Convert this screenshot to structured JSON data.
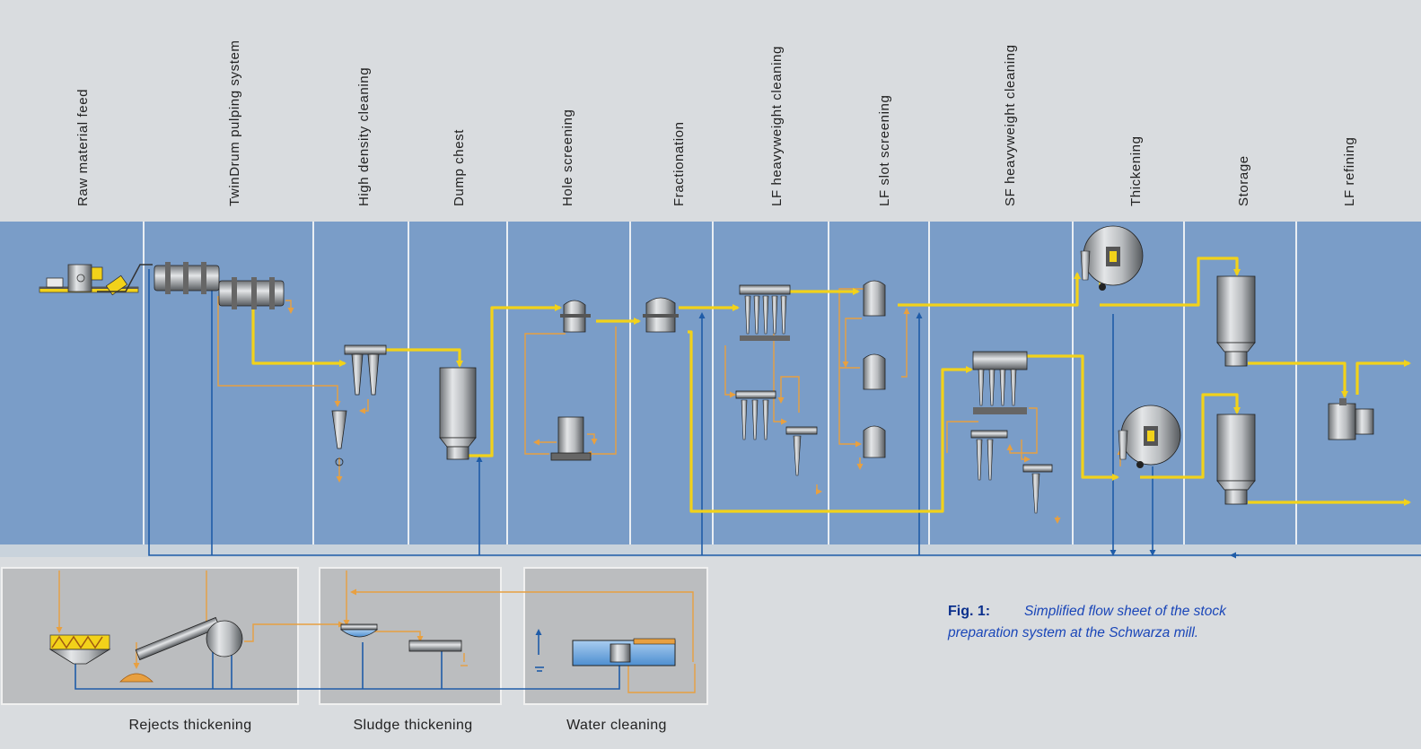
{
  "stages": [
    {
      "id": "raw-material-feed",
      "label": "Raw material feed"
    },
    {
      "id": "twindrum-pulping",
      "label": "TwinDrum pulping system"
    },
    {
      "id": "high-density-cleaning",
      "label": "High density cleaning"
    },
    {
      "id": "dump-chest",
      "label": "Dump chest"
    },
    {
      "id": "hole-screening",
      "label": "Hole screening"
    },
    {
      "id": "fractionation",
      "label": "Fractionation"
    },
    {
      "id": "lf-heavyweight-cleaning",
      "label": "LF heavyweight cleaning"
    },
    {
      "id": "lf-slot-screening",
      "label": "LF slot screening"
    },
    {
      "id": "sf-heavyweight-cleaning",
      "label": "SF heavyweight cleaning"
    },
    {
      "id": "thickening",
      "label": "Thickening"
    },
    {
      "id": "storage",
      "label": "Storage"
    },
    {
      "id": "lf-refining",
      "label": "LF refining"
    }
  ],
  "sub_systems": [
    {
      "id": "rejects-thickening",
      "label": "Rejects thickening"
    },
    {
      "id": "sludge-thickening",
      "label": "Sludge thickening"
    },
    {
      "id": "water-cleaning",
      "label": "Water cleaning"
    }
  ],
  "caption": {
    "bold": "Fig. 1:",
    "line1": "Simplified flow sheet of the stock",
    "line2": "preparation system at the Schwarza mill."
  },
  "colors": {
    "background": "#d9dcdf",
    "band": "#7a9dc8",
    "stock_flow": "#f2d21a",
    "rejects_flow": "#e8a040",
    "water_flow": "#1f5ca8",
    "caption": "#1a46b8"
  }
}
